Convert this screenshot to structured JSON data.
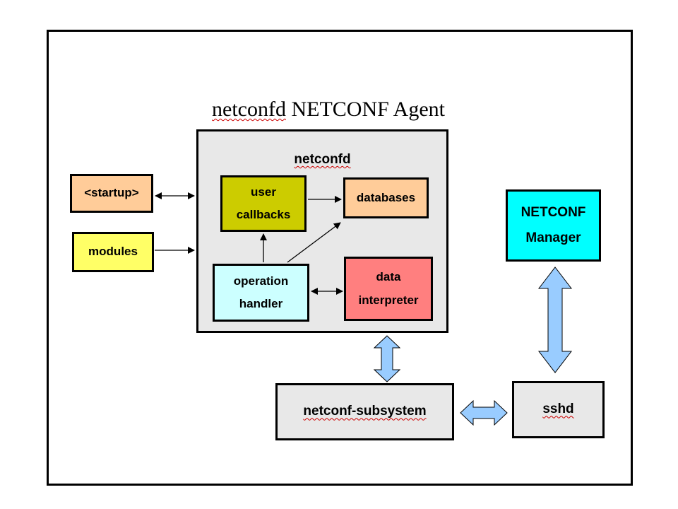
{
  "diagram": {
    "title_prefix": "netconfd",
    "title_rest": " NETCONF Agent",
    "nodes": {
      "agent": "netconfd",
      "startup": "<startup>",
      "modules": "modules",
      "user_callbacks": [
        "user",
        "callbacks"
      ],
      "databases": "databases",
      "operation_handler": [
        "operation",
        "handler"
      ],
      "data_interpreter": [
        "data",
        "interpreter"
      ],
      "subsystem": "netconf-subsystem",
      "sshd": "sshd",
      "manager": [
        "NETCONF",
        "Manager"
      ]
    },
    "colors": {
      "agent_bg": "#e8e8e8",
      "startup_bg": "#ffcc99",
      "modules_bg": "#ffff66",
      "user_callbacks_bg": "#cccc00",
      "databases_bg": "#ffcc99",
      "operation_handler_bg": "#ccffff",
      "data_interpreter_bg": "#ff7f7f",
      "manager_bg": "#00ffff",
      "block_arrow": "#99ccff"
    }
  }
}
